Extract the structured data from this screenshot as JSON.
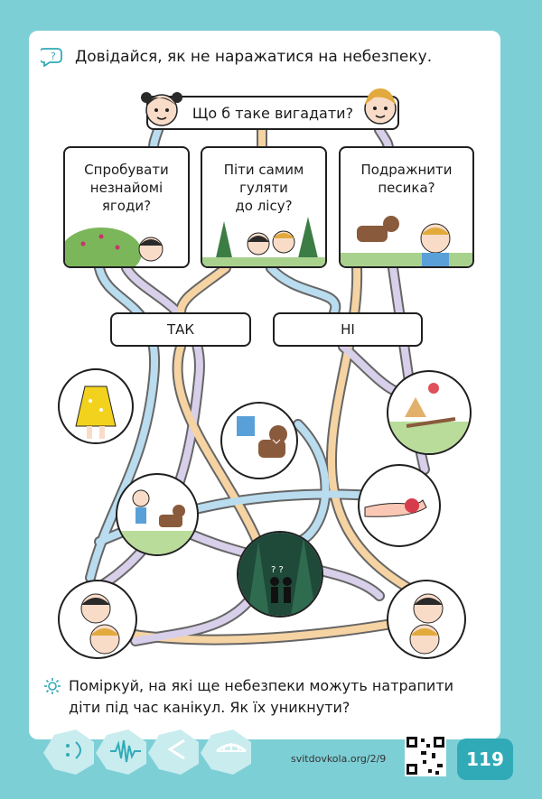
{
  "title": "Довідайся, як не наражатися на небезпеку.",
  "question": "Що б таке вигадати?",
  "options": [
    {
      "text": "Спробувати\nнезнайомі\nягоди?"
    },
    {
      "text": "Піти самим\nгуляти\nдо лісу?"
    },
    {
      "text": "Подражнити\nпесика?"
    }
  ],
  "answers": {
    "yes": "ТАК",
    "no": "НІ"
  },
  "task": "Поміркуй, на які ще небезпеки можуть натрапити діти під час канікул. Як їх уникнути?",
  "footer": {
    "url": "svitdovkola.org/2/9",
    "page_number": "119"
  },
  "icons": [
    "speech-question-icon",
    "sun-icon",
    "face-icon",
    "soundwave-icon",
    "less-than-icon",
    "bridge-icon",
    "qr-code-icon"
  ],
  "colors": {
    "background": "#7dcfd6",
    "path_blue": "#b9dcef",
    "path_orange": "#f6d3a2",
    "path_purple": "#d8d0ea",
    "accent": "#31aab8"
  }
}
